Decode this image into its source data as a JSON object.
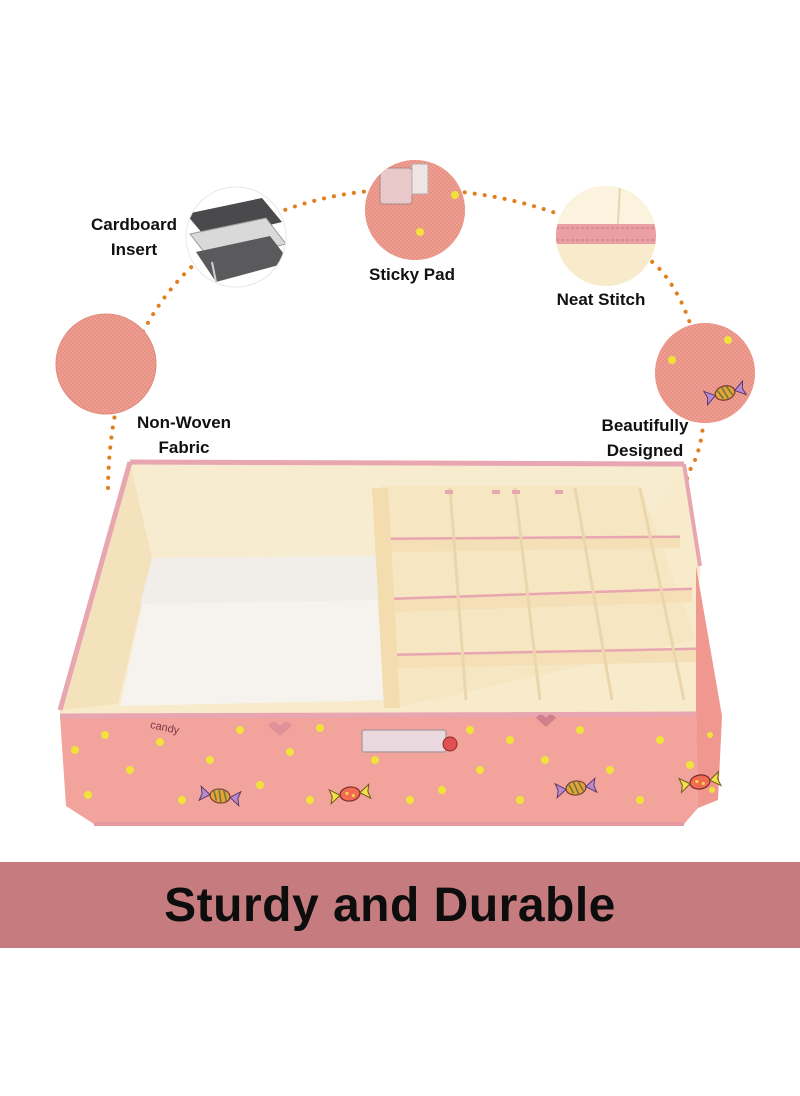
{
  "features": {
    "cardboard_insert": [
      "Cardboard",
      "Insert"
    ],
    "sticky_pad": "Sticky Pad",
    "neat_stitch": "Neat Stitch",
    "non_woven_fabric": [
      "Non-Woven",
      "Fabric"
    ],
    "beautifully_designed": [
      "Beautifully",
      "Designed"
    ]
  },
  "product": {
    "panel_print": "candy"
  },
  "banner": {
    "title": "Sturdy and Durable"
  },
  "colors": {
    "banner": "#c67c7e",
    "dotted_arc": "#e07f1f",
    "fabric_pink": "#f2a39b",
    "interior_cream": "#f8ebcc",
    "binding_pink": "#e8a6b0",
    "polka_dot": "#f0e23a"
  },
  "icons": [
    "cardboard-sheets-icon",
    "velcro-pad-icon",
    "stitched-strip-icon",
    "fabric-swatch-icon",
    "candy-print-icon"
  ]
}
